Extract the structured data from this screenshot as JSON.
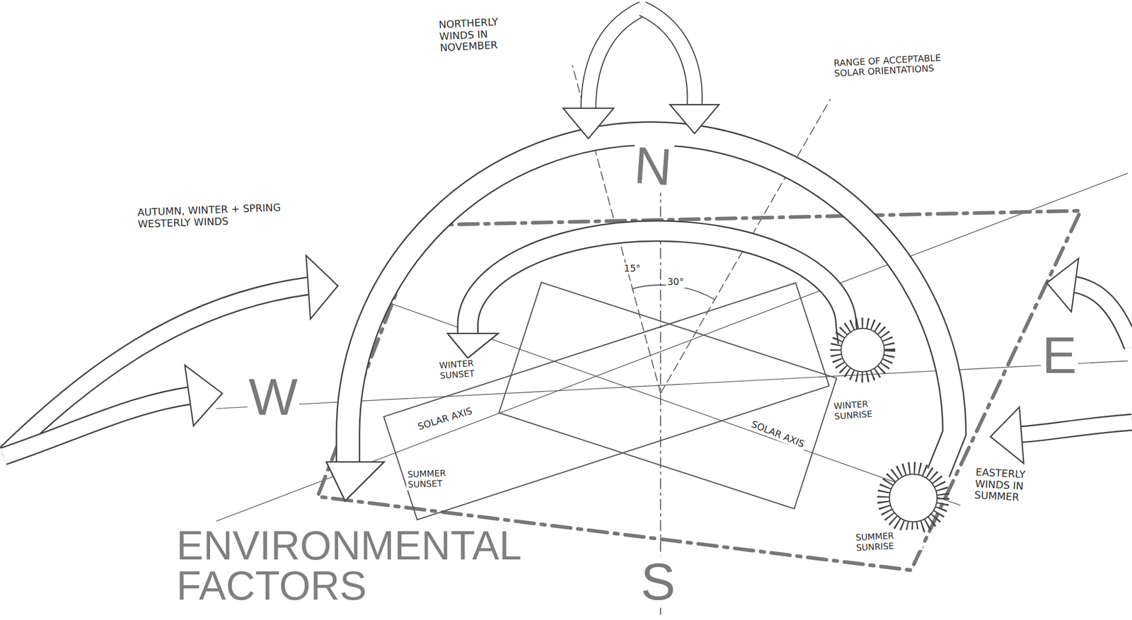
{
  "diagram": {
    "title": "ENVIRONMENTAL FACTORS",
    "labels": [
      "NORTHERLY WINDS IN NOVEMBER",
      "RANGE OF ACCEPTABLE SOLAR ORIENTATIONS",
      "AUTUMN, WINTER + SPRING WESTERLY WINDS",
      "N",
      "W",
      "E",
      "S",
      "15°",
      "30°",
      "WINTER SUNSET",
      "WINTER SUNRISE",
      "SUMMER SUNSET",
      "SUMMER SUNRISE",
      "SOLAR AXIS",
      "SOLAR AXIS",
      "EASTERLY WINDS IN SUMMER"
    ]
  }
}
